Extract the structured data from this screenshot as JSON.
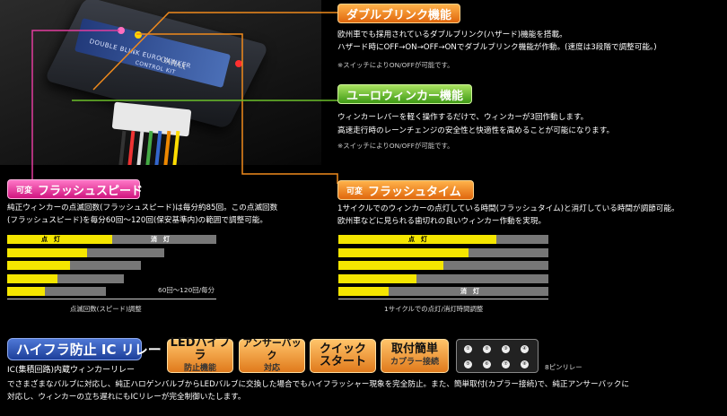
{
  "double_blink": {
    "tag": "ダブルブリンク機能",
    "line1": "欧州車でも採用されているダブルブリンク(ハザード)機能を搭載。",
    "line2": "ハザード時にOFF→ON→OFF→ONでダブルブリンク機能が作動。(速度は3段階で調整可能。)",
    "note": "※スイッチによりON/OFFが可能です。"
  },
  "euro_winker": {
    "tag": "ユーロウィンカー機能",
    "line1": "ウィンカーレバーを軽く操作するだけで、ウィンカーが3回作動します。",
    "line2": "高速走行時のレーンチェンジの安全性と快適性を高めることが可能になります。",
    "note": "※スイッチによりON/OFFが可能です。"
  },
  "flash_speed": {
    "tag_prefix": "可変",
    "tag": "フラッシュスピード",
    "line1": "純正ウィンカーの点滅回数(フラッシュスピード)は毎分約85回。この点滅回数",
    "line2": "(フラッシュスピード)を毎分60回～120回(保安基準内)の範囲で調整可能。",
    "bar_on_label": "点　灯",
    "bar_off_label": "消　灯",
    "range_caption": "60回～120回/毎分",
    "axis_caption": "点滅回数(スピード)調整",
    "bars": [
      {
        "on": 0.5,
        "total": 1.0
      },
      {
        "on": 0.38,
        "total": 0.75
      },
      {
        "on": 0.3,
        "total": 0.64
      },
      {
        "on": 0.24,
        "total": 0.56
      },
      {
        "on": 0.18,
        "total": 0.47
      }
    ]
  },
  "flash_time": {
    "tag_prefix": "可変",
    "tag": "フラッシュタイム",
    "line1": "1サイクルでのウィンカーの点灯している時間(フラッシュタイム)と消灯している時間が調節可能。",
    "line2": "欧州車などに見られる歯切れの良いウィンカー作動を実現。",
    "bar_on_label": "点　灯",
    "bar_off_label": "消　灯",
    "axis_caption": "1サイクルでの点灯/消灯時間調整",
    "bars": [
      0.75,
      0.62,
      0.5,
      0.37,
      0.24
    ]
  },
  "relay": {
    "tag": "ハイフラ防止 IC リレー",
    "subtitle": "IC(集積回路)内蔵ウィンカーリレー",
    "features": [
      {
        "big": "LEDハイフラ",
        "small": "防止機能"
      },
      {
        "big": "アンサーバック",
        "small": "対応"
      },
      {
        "big": "クイック",
        "small": "スタート"
      },
      {
        "big": "取付簡単",
        "small": "カプラー接続"
      }
    ],
    "pin_caption": "8ピンリレー",
    "pins": [
      "①",
      "②",
      "③",
      "④",
      "⑤",
      "⑥",
      "⑦",
      "⑧"
    ],
    "desc1": "でさまざまなバルブに対応し、純正ハロゲンバルブからLEDバルブに交換した場合でもハイフラッシャー現象を完全防止。また、簡単取付(カプラー接続)で、純正アンサーバックに",
    "desc2": "対応し、ウィンカーの立ち遅れにもICリレーが完全制御いたします。"
  },
  "product": {
    "brand": "GARAX",
    "model": "DOUBLE BLINK EURO WINKER",
    "subline": "CONTROL KIT"
  },
  "colors": {
    "orange": "#f08a1c",
    "green": "#6cbf2a",
    "pink": "#e23c9e",
    "blue": "#2a50b8",
    "bar_on": "#f5e600",
    "bar_off": "#777777"
  }
}
